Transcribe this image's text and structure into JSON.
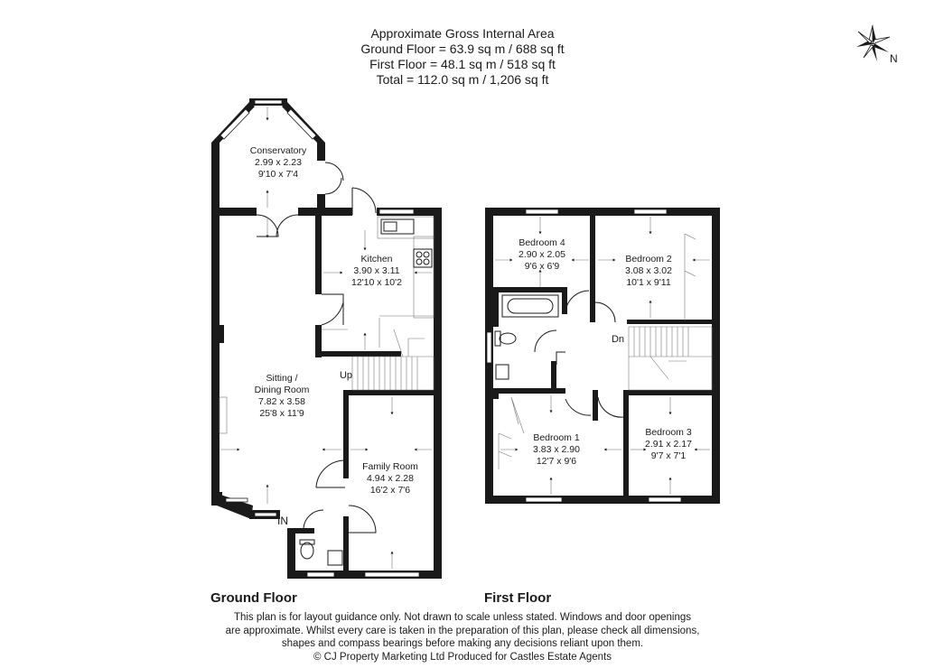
{
  "header": {
    "line1": "Approximate Gross Internal Area",
    "line2": "Ground Floor = 63.9 sq m / 688 sq ft",
    "line3": "First Floor = 48.1 sq m / 518 sq ft",
    "line4": "Total = 112.0 sq m / 1,206 sq ft"
  },
  "compass": {
    "label": "N",
    "icon": "compass-icon"
  },
  "ground_floor": {
    "label": "Ground Floor",
    "conservatory": {
      "name": "Conservatory",
      "metric": "2.99 x 2.23",
      "imperial": "9'10 x 7'4"
    },
    "kitchen": {
      "name": "Kitchen",
      "metric": "3.90 x 3.11",
      "imperial": "12'10 x 10'2"
    },
    "sitting": {
      "name1": "Sitting /",
      "name2": "Dining Room",
      "metric": "7.82 x 3.58",
      "imperial": "25'8 x 11'9"
    },
    "family": {
      "name": "Family Room",
      "metric": "4.94 x 2.28",
      "imperial": "16'2 x 7'6"
    },
    "up_label": "Up",
    "in_label": "IN"
  },
  "first_floor": {
    "label": "First Floor",
    "bedroom4": {
      "name": "Bedroom 4",
      "metric": "2.90 x 2.05",
      "imperial": "9'6 x 6'9"
    },
    "bedroom2": {
      "name": "Bedroom 2",
      "metric": "3.08 x 3.02",
      "imperial": "10'1 x 9'11"
    },
    "bedroom1": {
      "name": "Bedroom 1",
      "metric": "3.83 x 2.90",
      "imperial": "12'7 x 9'6"
    },
    "bedroom3": {
      "name": "Bedroom 3",
      "metric": "2.91 x 2.17",
      "imperial": "9'7 x 7'1"
    },
    "dn_label": "Dn"
  },
  "footer": {
    "line1": "This plan is for layout guidance only. Not drawn to scale unless stated. Windows and door openings",
    "line2": "are approximate. Whilst every care is taken in the preparation of this plan, please check all dimensions,",
    "line3": "shapes and compass bearings before making any decisions reliant upon them.",
    "line4": "© CJ Property Marketing Ltd Produced for Castles Estate Agents"
  }
}
